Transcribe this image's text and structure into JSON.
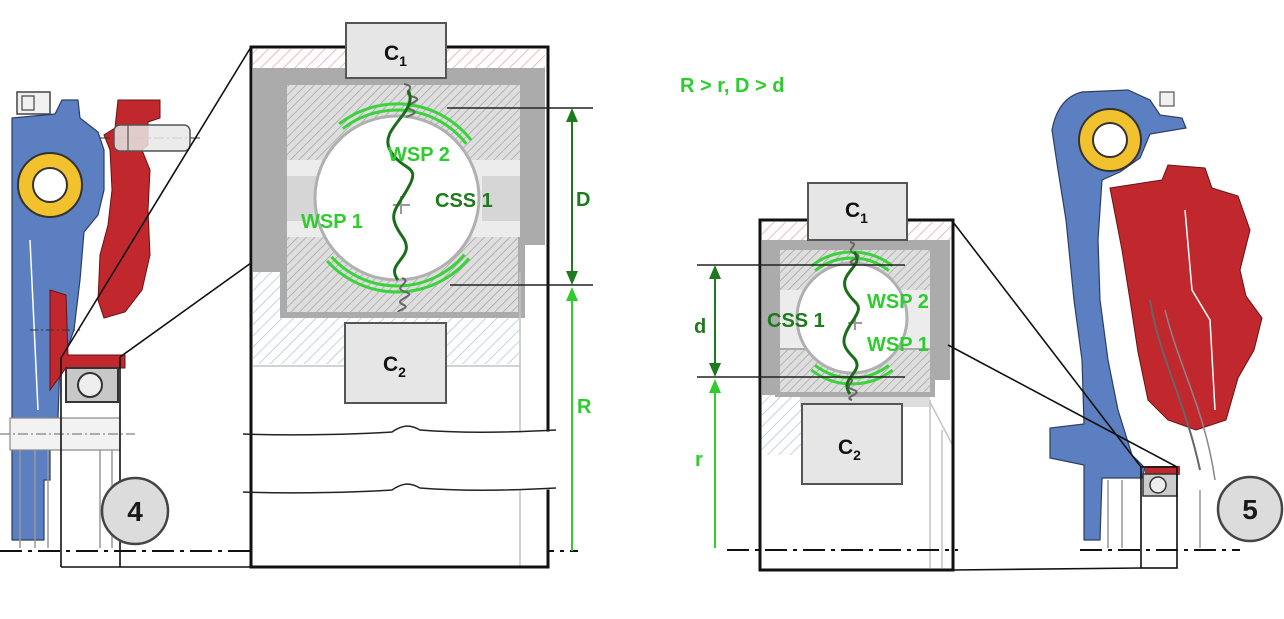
{
  "colors": {
    "label_bright_green": "#2ecc2e",
    "label_dark_green": "#1d7a1d",
    "arc_green": "#3cd23c",
    "spring_dark_green": "#1a6e1a",
    "housing_blue": "#5b7fc0",
    "lever_red": "#c0282d",
    "ring_yellow": "#f2c12e",
    "callout_fill": "#dcdcdc"
  },
  "relation": "R > r, D > d",
  "left_detail": {
    "callout": "4",
    "c1": {
      "letter": "C",
      "sub": "1"
    },
    "c2": {
      "letter": "C",
      "sub": "2"
    },
    "wsp2": "WSP 2",
    "wsp1": "WSP 1",
    "css1": "CSS 1",
    "dim_D": "D",
    "dim_R": "R"
  },
  "right_detail": {
    "callout": "5",
    "c1": {
      "letter": "C",
      "sub": "1"
    },
    "c2": {
      "letter": "C",
      "sub": "2"
    },
    "wsp2": "WSP 2",
    "wsp1": "WSP 1",
    "css1": "CSS 1",
    "dim_d": "d",
    "dim_r": "r"
  }
}
